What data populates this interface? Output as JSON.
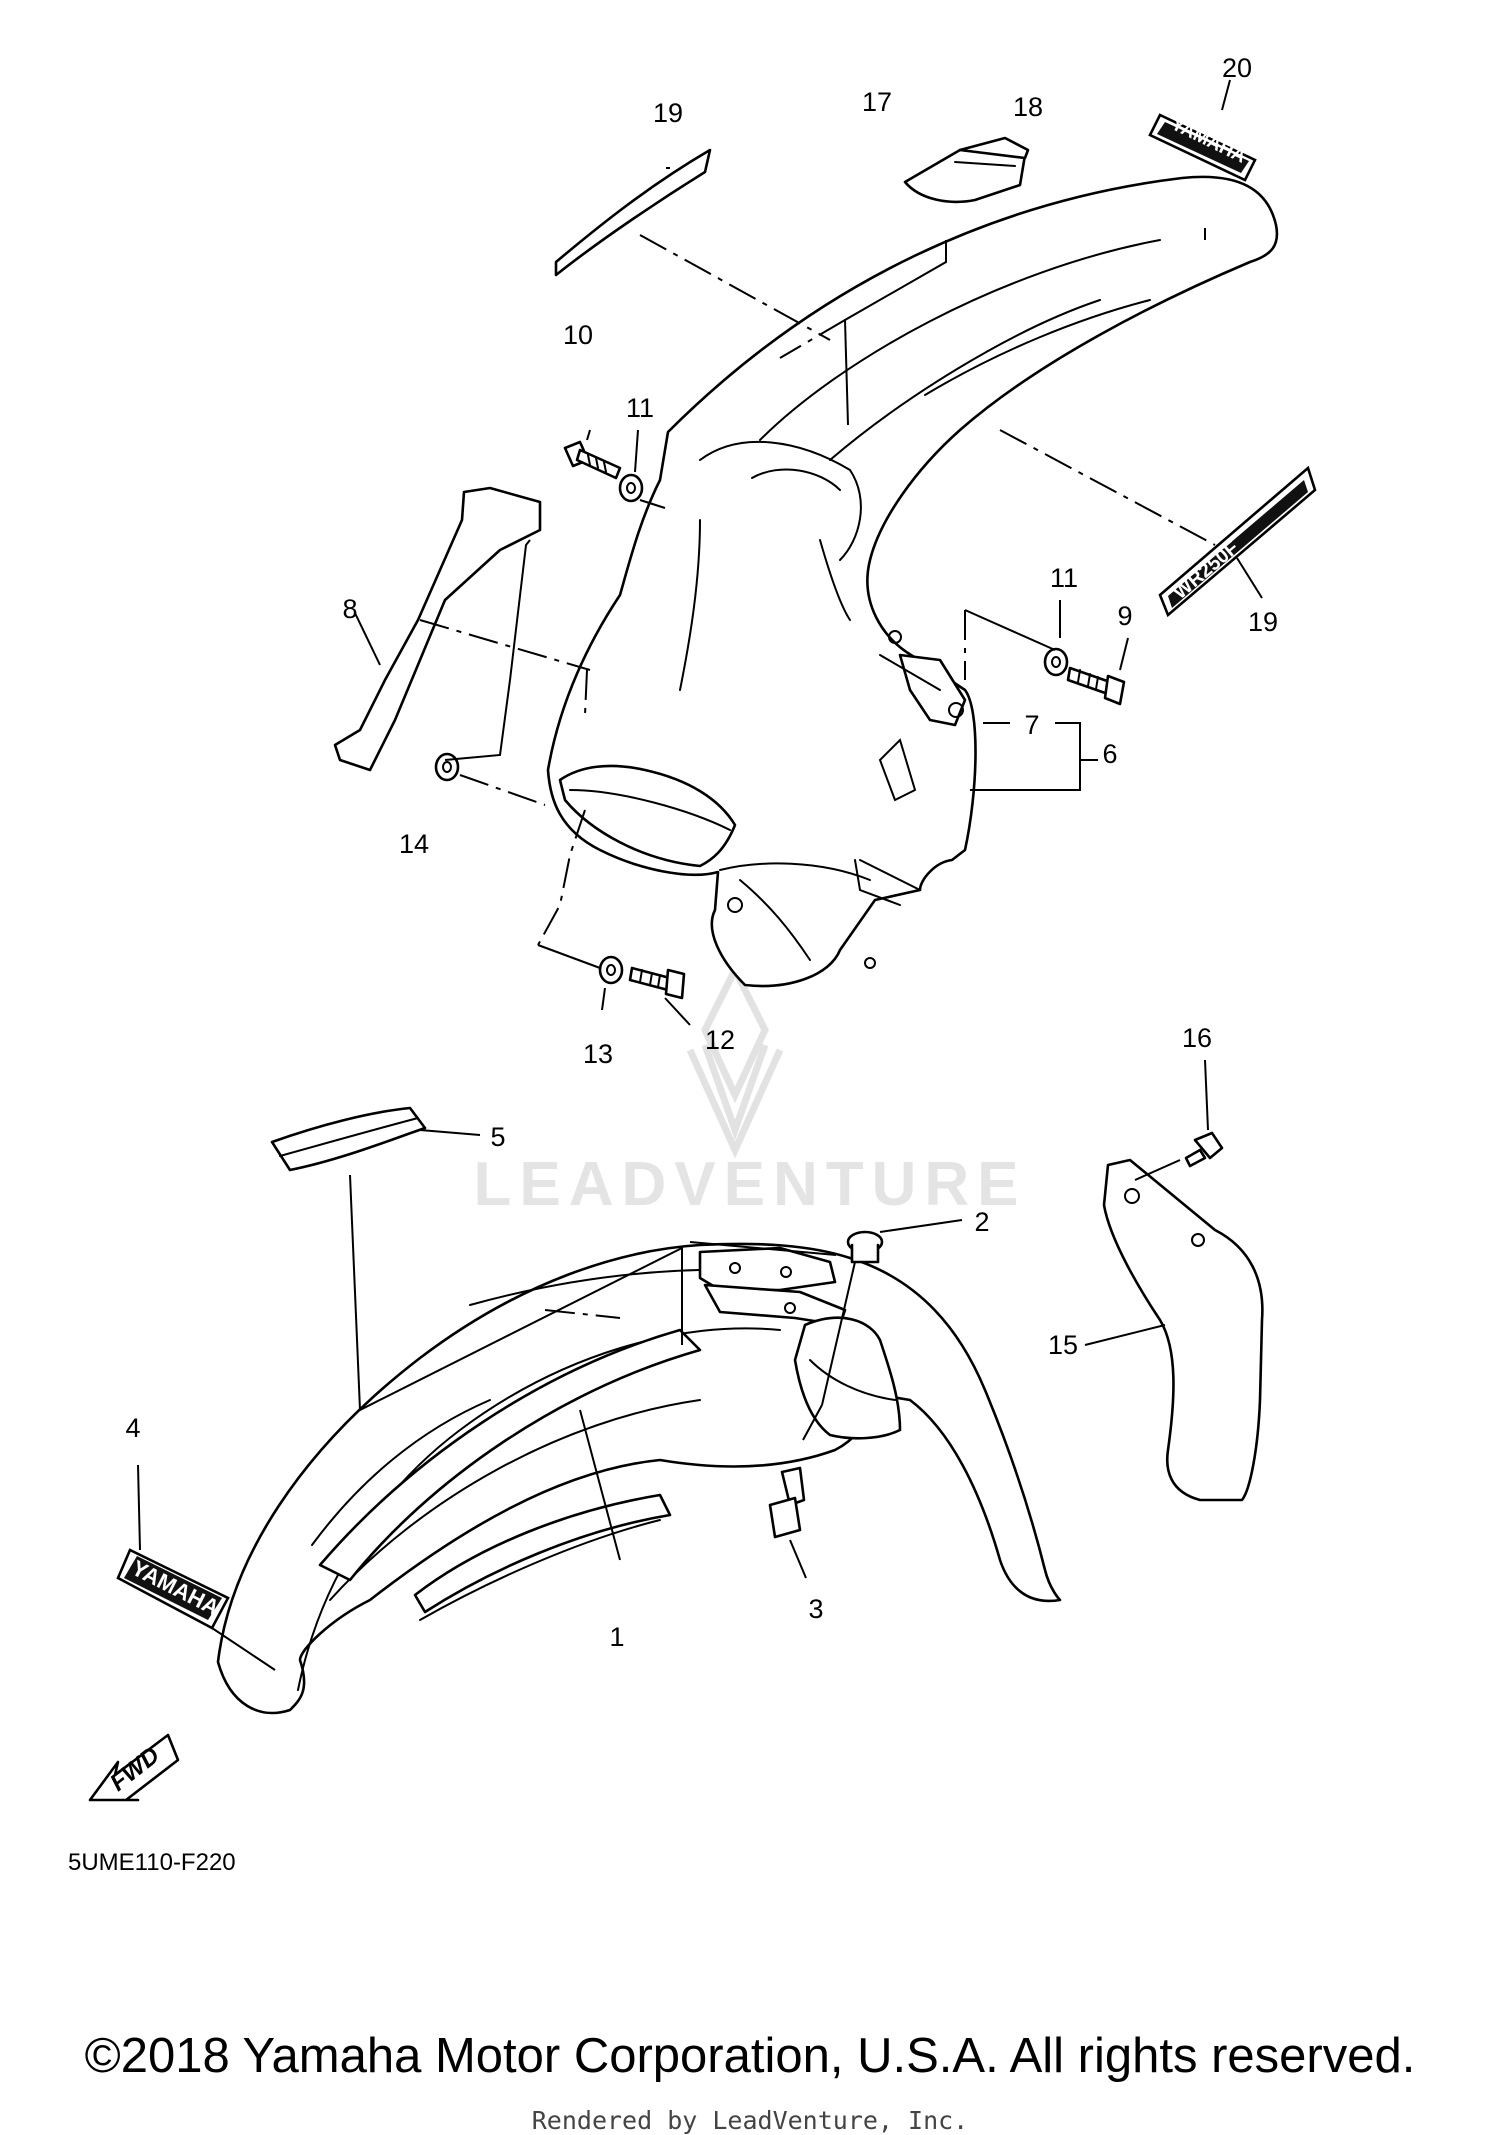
{
  "diagram": {
    "code": "5UME110-F220",
    "fwd_label": "FWD",
    "callouts": {
      "c1": "1",
      "c2": "2",
      "c3": "3",
      "c4": "4",
      "c5": "5",
      "c6": "6",
      "c7": "7",
      "c8": "8",
      "c9": "9",
      "c10": "10",
      "c11a": "11",
      "c11b": "11",
      "c12": "12",
      "c13": "13",
      "c14": "14",
      "c15": "15",
      "c16": "16",
      "c17": "17",
      "c18": "18",
      "c19a": "19",
      "c19b": "19",
      "c20": "20"
    },
    "decals": {
      "front_logo": "YAMAHA",
      "rear_logo": "YAMAHA",
      "rear_model": "WR250F"
    }
  },
  "watermark": {
    "text": "LEADVENTURE"
  },
  "footer": {
    "copyright": "©2018 Yamaha Motor Corporation, U.S.A. All rights reserved.",
    "rendered_by": "Rendered by LeadVenture, Inc."
  }
}
